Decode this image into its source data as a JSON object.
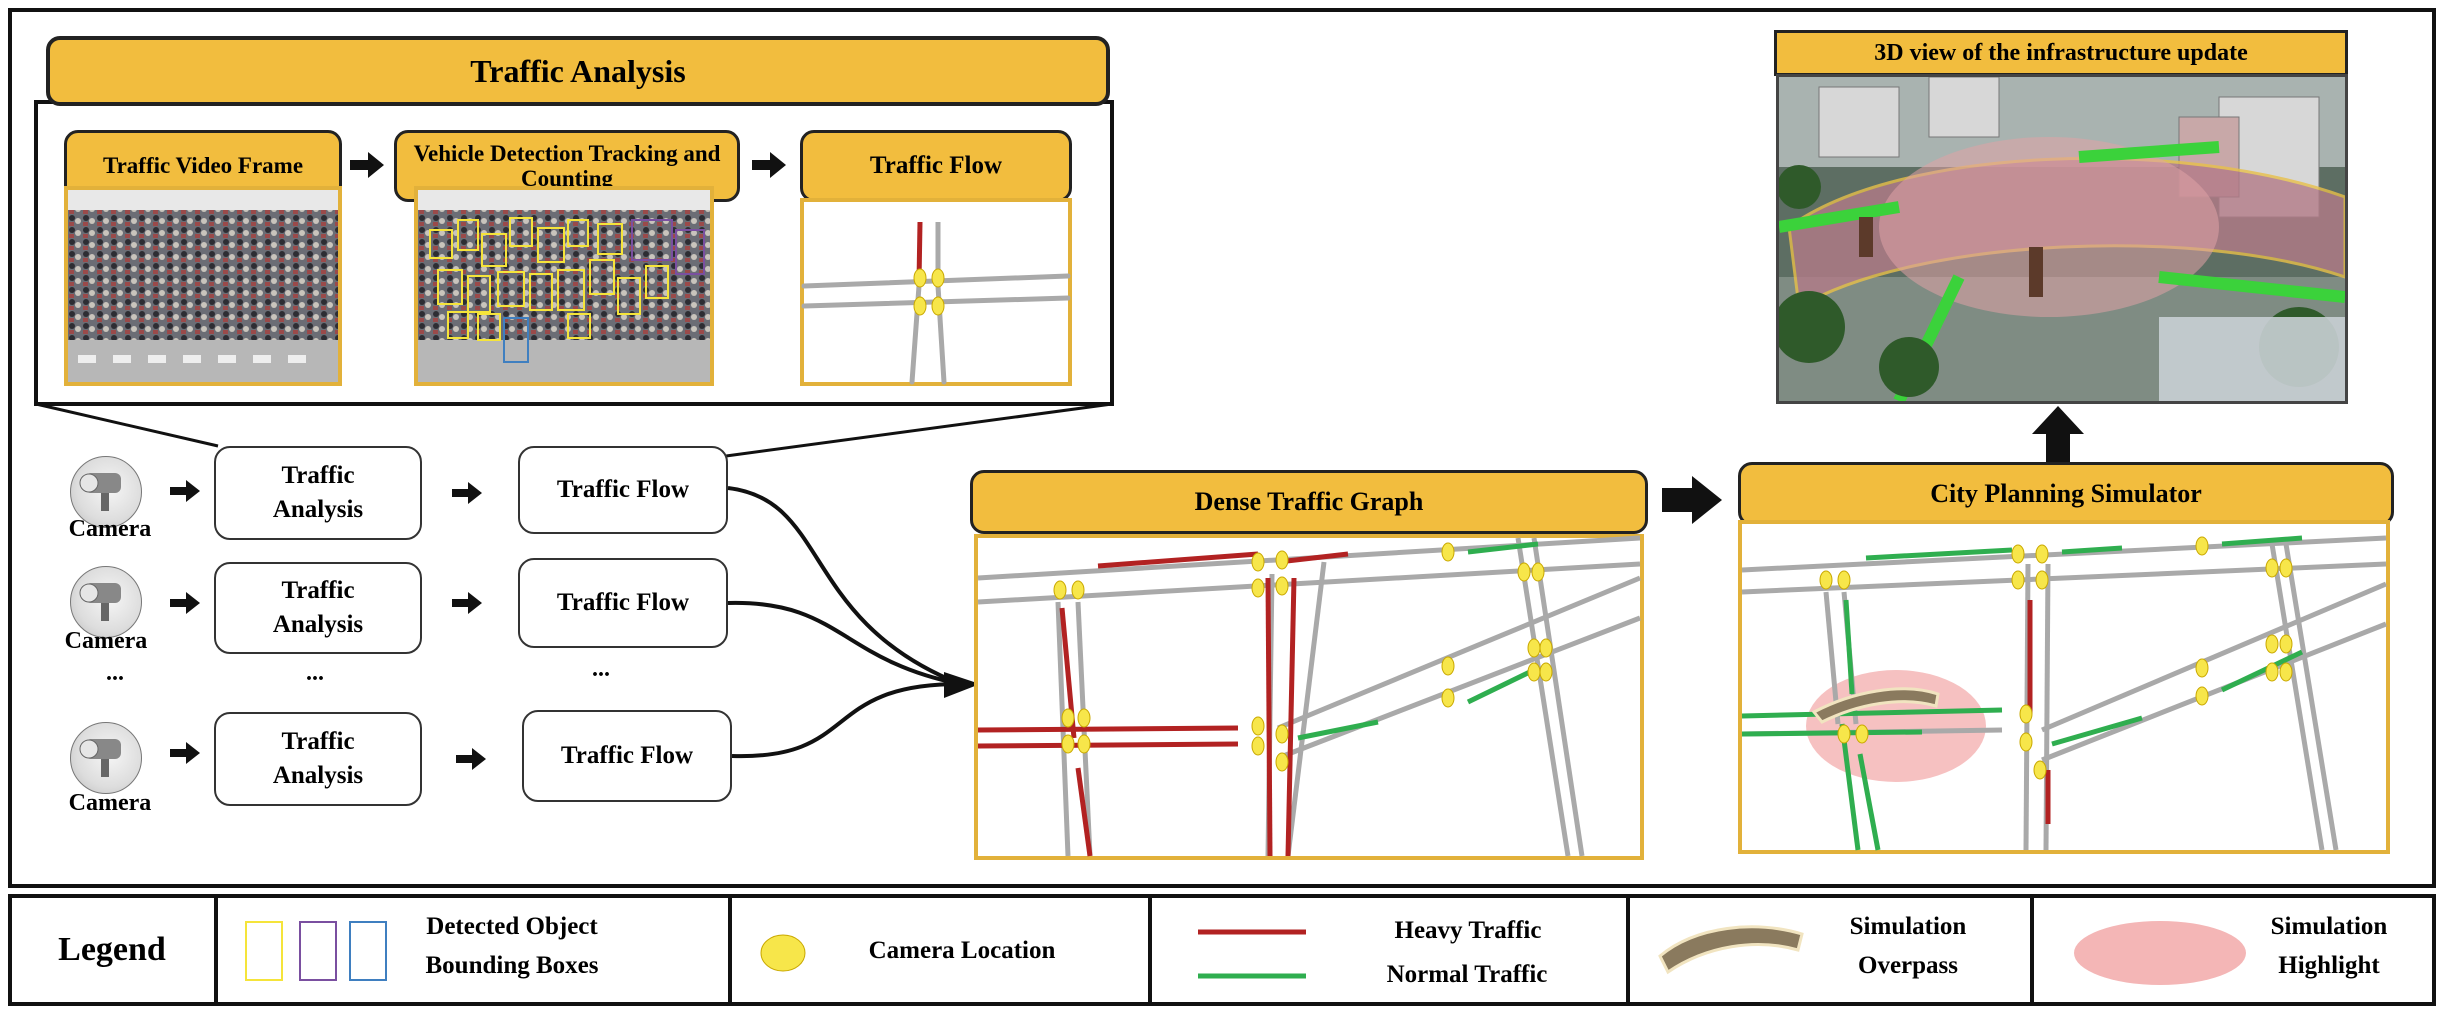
{
  "traffic_analysis": {
    "title": "Traffic Analysis",
    "step1": "Traffic Video Frame",
    "step2": "Vehicle Detection Tracking and Counting",
    "step3": "Traffic Flow"
  },
  "pipeline": {
    "rows": [
      {
        "camera": "Camera",
        "analysis": "Traffic Analysis",
        "flow": "Traffic Flow"
      },
      {
        "camera": "Camera",
        "analysis": "Traffic Analysis",
        "flow": "Traffic Flow"
      },
      {
        "camera": "Camera",
        "analysis": "Traffic Analysis",
        "flow": "Traffic Flow"
      }
    ],
    "ellipsis": "..."
  },
  "dense_graph": {
    "title": "Dense Traffic Graph"
  },
  "simulator": {
    "title": "City Planning  Simulator"
  },
  "view3d": {
    "title": "3D view of the infrastructure  update"
  },
  "legend": {
    "title": "Legend",
    "bbox_label": "Detected Object Bounding  Boxes",
    "camera_label": "Camera Location",
    "heavy_label": "Heavy Traffic",
    "normal_label": "Normal Traffic",
    "overpass_label": "Simulation Overpass",
    "highlight_label": "Simulation Highlight"
  },
  "colors": {
    "panel_title_bg": "#f2bd3e",
    "panel_border": "#e2b13a",
    "heavy_traffic": "#b22222",
    "normal_traffic": "#2fae4f",
    "road": "#a9a9a9",
    "camera_dot": "#f7e64a",
    "highlight": "#f4b6b6",
    "bbox_colors": [
      "#f5e43a",
      "#7a4fa0",
      "#3f7fc0"
    ]
  }
}
